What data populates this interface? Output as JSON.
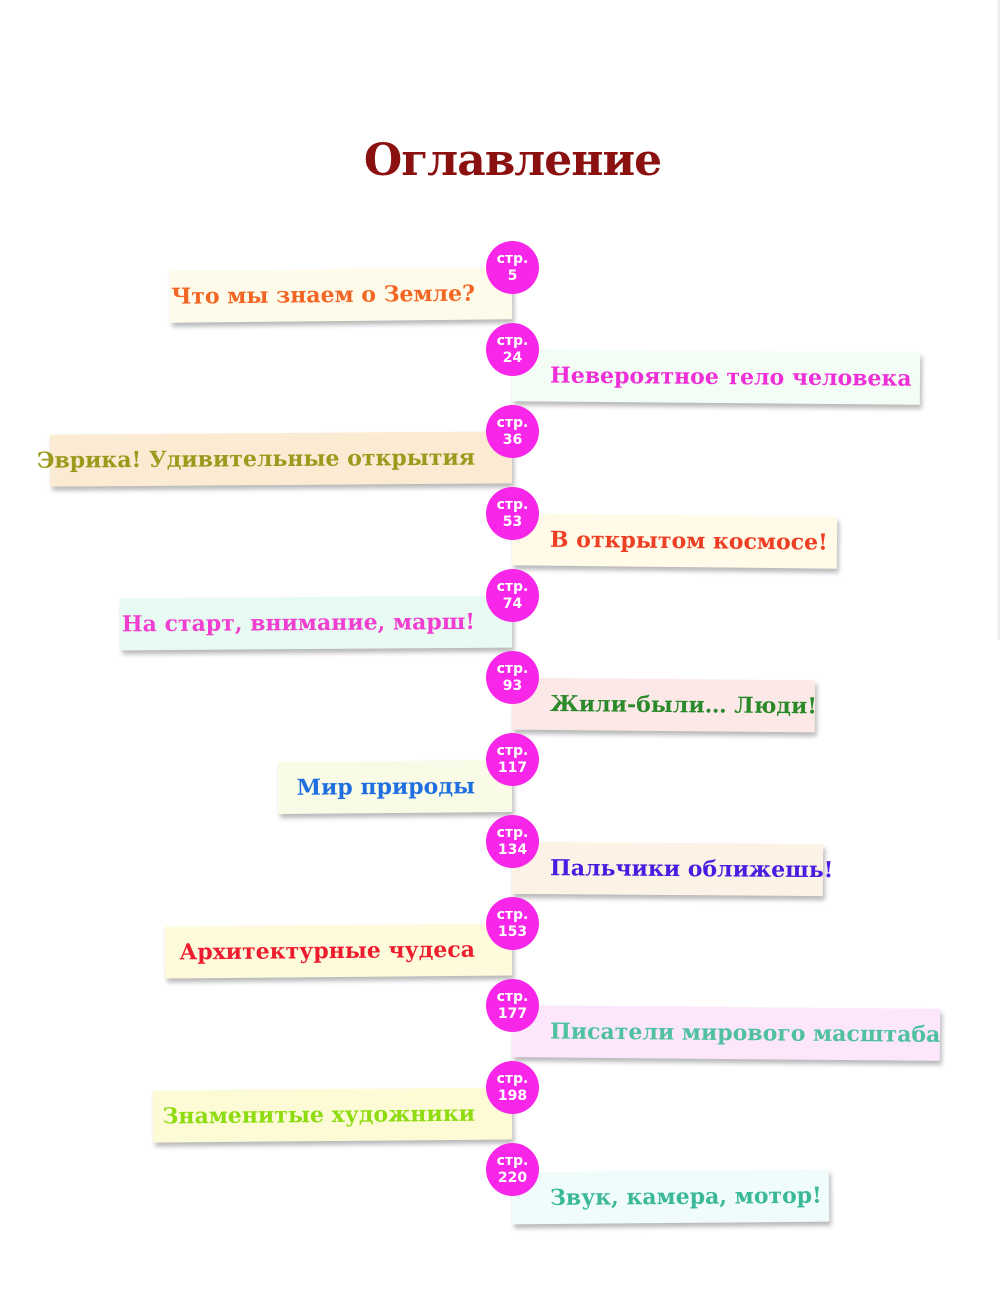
{
  "title": "Оглавление",
  "page_prefix": "стр.",
  "items": [
    {
      "label": "Что мы знаем о Земле?",
      "page": "5",
      "color": "#f26522",
      "bg": "#fffbea"
    },
    {
      "label": "Невероятное тело человека",
      "page": "24",
      "color": "#ee2fd8",
      "bg": "#f3fdf6"
    },
    {
      "label": "Эврика! Удивительные открытия",
      "page": "36",
      "color": "#9a9a1c",
      "bg": "#fcebd3"
    },
    {
      "label": "В открытом космосе!",
      "page": "53",
      "color": "#ee3e23",
      "bg": "#fffbe8"
    },
    {
      "label": "На старт, внимание, марш!",
      "page": "74",
      "color": "#f03fd0",
      "bg": "#e8fbf2"
    },
    {
      "label": "Жили-были… Люди!",
      "page": "93",
      "color": "#2a8a2a",
      "bg": "#fde8e8"
    },
    {
      "label": "Мир природы",
      "page": "117",
      "color": "#1f6fe0",
      "bg": "#fafbe6"
    },
    {
      "label": "Пальчики оближешь!",
      "page": "134",
      "color": "#4a1be0",
      "bg": "#fdf2e6"
    },
    {
      "label": "Архитектурные чудеса",
      "page": "153",
      "color": "#ee1c2e",
      "bg": "#fdfbdc"
    },
    {
      "label": "Писатели мирового масштаба",
      "page": "177",
      "color": "#4fc0a0",
      "bg": "#fbe6fb"
    },
    {
      "label": "Знаменитые художники",
      "page": "198",
      "color": "#8edc10",
      "bg": "#fdfbd6"
    },
    {
      "label": "Звук, камера, мотор!",
      "page": "220",
      "color": "#3ab898",
      "bg": "#effcfb"
    }
  ]
}
